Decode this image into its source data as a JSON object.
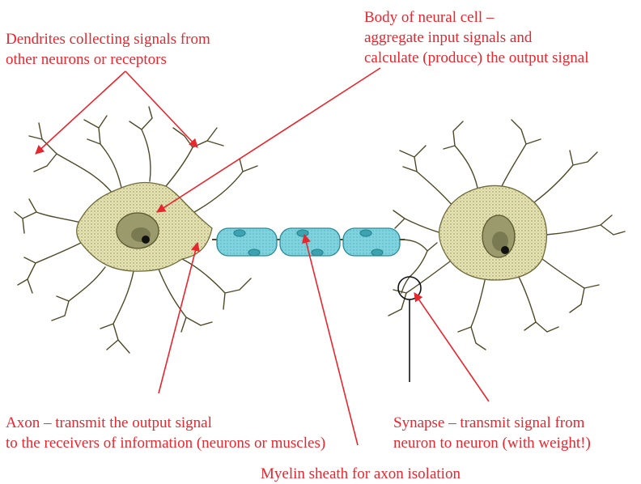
{
  "labels": {
    "dendrites": {
      "lines": [
        "Dendrites collecting signals from",
        "other neurons or receptors"
      ]
    },
    "cell_body": {
      "lines": [
        "Body of neural cell –",
        "aggregate input signals and",
        "calculate (produce) the output signal"
      ]
    },
    "axon": {
      "lines": [
        "Axon – transmit the output signal",
        "to the receivers of information (neurons or muscles)"
      ]
    },
    "synapse": {
      "lines": [
        "Synapse – transmit signal from",
        "neuron to neuron (with weight!)"
      ]
    },
    "myelin": {
      "lines": [
        "Myelin sheath for axon isolation"
      ]
    }
  },
  "colors": {
    "annotation": "#e8262e",
    "cell_fill": "#e6e4b4",
    "cell_stroke": "#6e6a3a",
    "nucleus": "#9a9a6c",
    "myelin_fill": "#7fd3df",
    "myelin_stroke": "#2a8a96"
  }
}
